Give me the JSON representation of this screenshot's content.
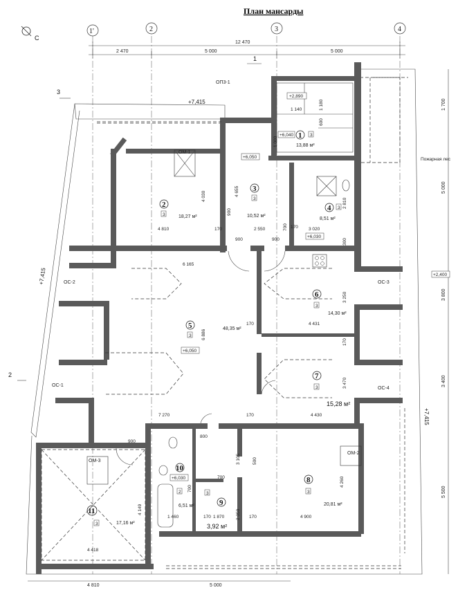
{
  "title": "План мансарды",
  "north_label": "С",
  "axes": [
    "1'",
    "2",
    "3",
    "4"
  ],
  "section_marks": [
    "1",
    "2",
    "3"
  ],
  "top_dims": {
    "total": "12 470",
    "segments": [
      "2 470",
      "5 000",
      "5 000"
    ]
  },
  "bottom_dims": [
    "4 810",
    "5 000"
  ],
  "right_dims": [
    "1 700",
    "5 000",
    "3 800",
    "3 400",
    "5 500"
  ],
  "elevations": [
    "+7,415",
    "+2,890",
    "+6,040",
    "+6,050",
    "+6,030",
    "+6,050",
    "+6,030",
    "+2,400"
  ],
  "left_elevation": "+7,415",
  "right_elevation": "+7,415",
  "labels": {
    "op": "ОП3-1",
    "om1": "ОМ-1",
    "om2": "ОМ-2",
    "om3": "ОМ-3",
    "os1": "ОС-1",
    "os2": "ОС-2",
    "os3": "ОС-3",
    "os4": "ОС-4",
    "fire": "Пожарная лес"
  },
  "rooms": [
    {
      "num": "1",
      "cat": "3",
      "area": "13,88 м²"
    },
    {
      "num": "2",
      "cat": "3",
      "area": "18,27 м²"
    },
    {
      "num": "3",
      "cat": "3",
      "area": "10,52 м²"
    },
    {
      "num": "4",
      "cat": "3",
      "area": "8,51 м²"
    },
    {
      "num": "5",
      "cat": "3",
      "area": "48,35 м²"
    },
    {
      "num": "6",
      "cat": "3",
      "area": "14,30 м²"
    },
    {
      "num": "7",
      "cat": "3",
      "area": "15,28 м²"
    },
    {
      "num": "8",
      "cat": "3",
      "area": "20,81 м²"
    },
    {
      "num": "9",
      "cat": "3",
      "area": "3,92 м²"
    },
    {
      "num": "10",
      "cat": "2",
      "area": "6,51 м²"
    },
    {
      "num": "11",
      "cat": "3",
      "area": "17,16 м²"
    }
  ],
  "inner_dims": {
    "d1140": "1 140",
    "d1180": "1 180",
    "d600": "600",
    "d1000": "1 000",
    "d4655": "4 655",
    "d4030": "4 030",
    "d900a": "900",
    "d4810": "4 810",
    "d170a": "170",
    "d2550": "2 550",
    "d700a": "700",
    "d170b": "170",
    "d3020": "3 020",
    "d2810": "2 810",
    "d300": "300",
    "d900b": "900",
    "d900c": "900",
    "d6165": "6 165",
    "d3250": "3 250",
    "d4431": "4 431",
    "d170c": "170",
    "d6886": "6 886",
    "d170d": "170",
    "d3470": "3 470",
    "d7270": "7 270",
    "d4430": "4 430",
    "d170e": "170",
    "d800": "800",
    "d900d": "900",
    "d3105": "3 105",
    "d500": "500",
    "d700b": "700",
    "d700c": "700",
    "d4260": "4 260",
    "d4149": "4 149",
    "d1460": "1 460",
    "d1870": "1 870",
    "d2050": "2 050",
    "d170f": "170",
    "d4900": "4 900",
    "d4418": "4 418",
    "d170g": "170"
  }
}
